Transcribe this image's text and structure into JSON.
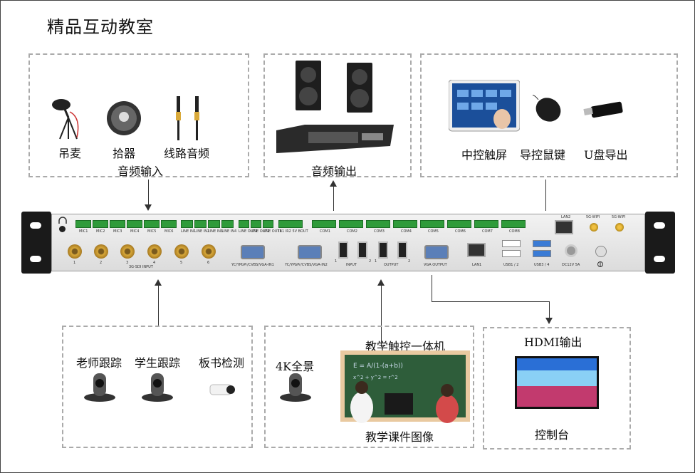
{
  "title": "精品互动教室",
  "audio_input": {
    "group_label": "音频输入",
    "items": [
      "吊麦",
      "拾器",
      "线路音频"
    ]
  },
  "audio_output": {
    "group_label": "音频输出"
  },
  "control": {
    "items": [
      "中控触屏",
      "导控鼠键",
      "U盘导出"
    ]
  },
  "tracking": {
    "items": [
      "老师跟踪",
      "学生跟踪",
      "板书检测"
    ]
  },
  "teaching": {
    "label_4k": "4K全景",
    "label_device": "教学触控一体机",
    "label_courseware": "教学课件图像"
  },
  "hdmi_output": {
    "title": "HDMI输出",
    "console": "控制台"
  },
  "device_panel": {
    "sdi_label": "3G-SDI INPUT",
    "sdi_ports": [
      "1",
      "2",
      "3",
      "4",
      "5",
      "6"
    ],
    "vga_in1": "YC/YPbPr/CVBS/VGA-IN1",
    "vga_in2": "YC/YPbPr/CVBS/VGA-IN2",
    "hdmi_input": "INPUT",
    "hdmi_output": "OUTPUT",
    "hdmi_nums": [
      "1",
      "2",
      "1",
      "2"
    ],
    "vga_output": "VGA OUTPUT",
    "lan1": "LAN1",
    "lan2": "LAN2",
    "usb12": "USB1 / 2",
    "usb34": "USB3 / 4",
    "dc": "DC12V 5A",
    "wifi": [
      "5G-WIFI",
      "5G-WIFI"
    ],
    "com_ports": [
      "COM1",
      "COM2",
      "COM3",
      "COM4",
      "COM5",
      "COM6",
      "COM7",
      "COM8"
    ],
    "mic_ports": [
      "MIC1",
      "MIC2",
      "MIC3",
      "MIC4",
      "MIC5",
      "MIC6"
    ],
    "line_ports": [
      "LINE IN1",
      "LINE IN2",
      "LINE IN3",
      "LINE IN4"
    ],
    "line_out": [
      "LINE OUT1",
      "LINE OUT2",
      "LINE OUT3"
    ],
    "ir": "IR1  IR2   5V   BOUT"
  },
  "colors": {
    "terminal": "#2f9b3a",
    "vga": "#5b7fb8",
    "bnc": "#d9a93a",
    "rack": "#1a1a1a"
  }
}
